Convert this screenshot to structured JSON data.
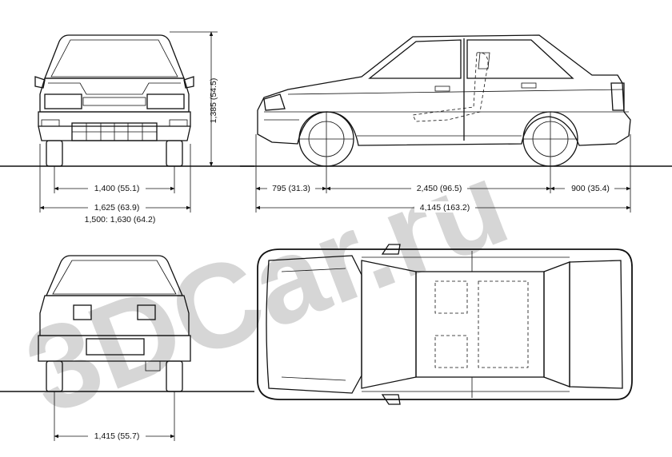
{
  "watermark": "3DCar.ru",
  "dimensions": {
    "front_track": "1,400 (55.1)",
    "front_width": "1,625 (63.9)",
    "front_width_alt": "1,500: 1,630 (64.2)",
    "height": "1,385 (54.5)",
    "front_overhang": "795 (31.3)",
    "wheelbase": "2,450 (96.5)",
    "rear_overhang": "900 (35.4)",
    "length": "4,145 (163.2)",
    "rear_track": "1,415 (55.7)"
  }
}
